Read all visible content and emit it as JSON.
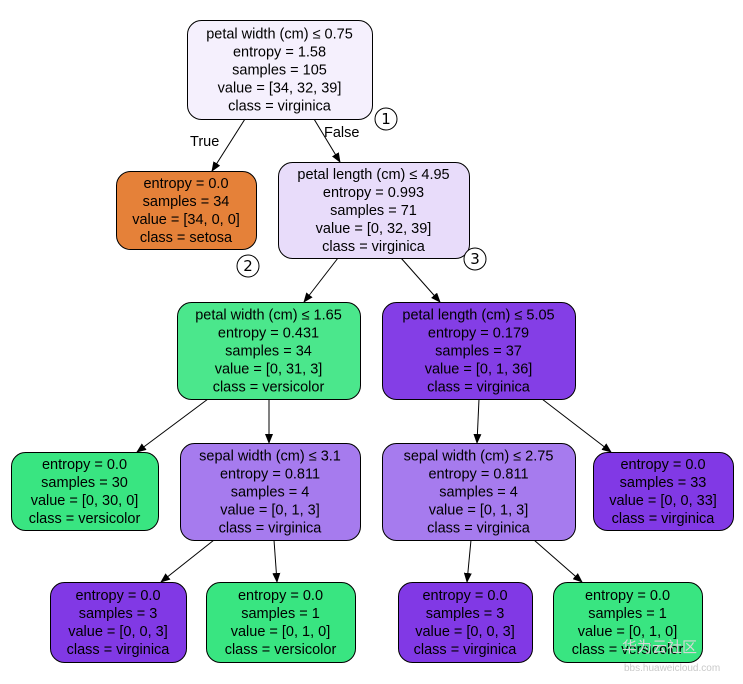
{
  "diagram": {
    "colors": {
      "setosa": "#e58139",
      "versicolor": "#39e581",
      "virginica": "#8139e5",
      "edge": "#000000",
      "node_border": "#000000"
    },
    "nodes": [
      {
        "id": "n0",
        "lines": [
          "petal width (cm) ≤ 0.75",
          "entropy = 1.58",
          "samples = 105",
          "value = [34, 32, 39]",
          "class = virginica"
        ],
        "fill": "#f5f0fd",
        "marker": "①"
      },
      {
        "id": "n1",
        "lines": [
          "entropy = 0.0",
          "samples = 34",
          "value = [34, 0, 0]",
          "class = setosa"
        ],
        "fill": "#e58139",
        "marker": "②"
      },
      {
        "id": "n2",
        "lines": [
          "petal length (cm) ≤ 4.95",
          "entropy = 0.993",
          "samples = 71",
          "value = [0, 32, 39]",
          "class = virginica"
        ],
        "fill": "#e8dcfa",
        "marker": "③"
      },
      {
        "id": "n3",
        "lines": [
          "petal width (cm) ≤ 1.65",
          "entropy = 0.431",
          "samples = 34",
          "value = [0, 31, 3]",
          "class = versicolor"
        ],
        "fill": "#4be78c",
        "marker": ""
      },
      {
        "id": "n4",
        "lines": [
          "petal length (cm) ≤ 5.05",
          "entropy = 0.179",
          "samples = 37",
          "value = [0, 1, 36]",
          "class = virginica"
        ],
        "fill": "#843ee6",
        "marker": ""
      },
      {
        "id": "n5",
        "lines": [
          "entropy = 0.0",
          "samples = 30",
          "value = [0, 30, 0]",
          "class = versicolor"
        ],
        "fill": "#39e581",
        "marker": ""
      },
      {
        "id": "n6",
        "lines": [
          "sepal width (cm) ≤ 3.1",
          "entropy = 0.811",
          "samples = 4",
          "value = [0, 1, 3]",
          "class = virginica"
        ],
        "fill": "#a67bee",
        "marker": ""
      },
      {
        "id": "n7",
        "lines": [
          "sepal width (cm) ≤ 2.75",
          "entropy = 0.811",
          "samples = 4",
          "value = [0, 1, 3]",
          "class = virginica"
        ],
        "fill": "#a67bee",
        "marker": ""
      },
      {
        "id": "n8",
        "lines": [
          "entropy = 0.0",
          "samples = 33",
          "value = [0, 0, 33]",
          "class = virginica"
        ],
        "fill": "#8139e5",
        "marker": ""
      },
      {
        "id": "n9",
        "lines": [
          "entropy = 0.0",
          "samples = 3",
          "value = [0, 0, 3]",
          "class = virginica"
        ],
        "fill": "#8139e5",
        "marker": ""
      },
      {
        "id": "n10",
        "lines": [
          "entropy = 0.0",
          "samples = 1",
          "value = [0, 1, 0]",
          "class = versicolor"
        ],
        "fill": "#39e581",
        "marker": ""
      },
      {
        "id": "n11",
        "lines": [
          "entropy = 0.0",
          "samples = 3",
          "value = [0, 0, 3]",
          "class = virginica"
        ],
        "fill": "#8139e5",
        "marker": ""
      },
      {
        "id": "n12",
        "lines": [
          "entropy = 0.0",
          "samples = 1",
          "value = [0, 1, 0]",
          "class = versicolor"
        ],
        "fill": "#39e581",
        "marker": ""
      }
    ],
    "edges": [
      {
        "from": "n0",
        "to": "n1",
        "label": "True"
      },
      {
        "from": "n0",
        "to": "n2",
        "label": "False"
      },
      {
        "from": "n2",
        "to": "n3",
        "label": ""
      },
      {
        "from": "n2",
        "to": "n4",
        "label": ""
      },
      {
        "from": "n3",
        "to": "n5",
        "label": ""
      },
      {
        "from": "n3",
        "to": "n6",
        "label": ""
      },
      {
        "from": "n4",
        "to": "n7",
        "label": ""
      },
      {
        "from": "n4",
        "to": "n8",
        "label": ""
      },
      {
        "from": "n6",
        "to": "n9",
        "label": ""
      },
      {
        "from": "n6",
        "to": "n10",
        "label": ""
      },
      {
        "from": "n7",
        "to": "n11",
        "label": ""
      },
      {
        "from": "n7",
        "to": "n12",
        "label": ""
      }
    ]
  },
  "watermark": {
    "cn": "华为云社区",
    "url": "bbs.huaweicloud.com"
  }
}
